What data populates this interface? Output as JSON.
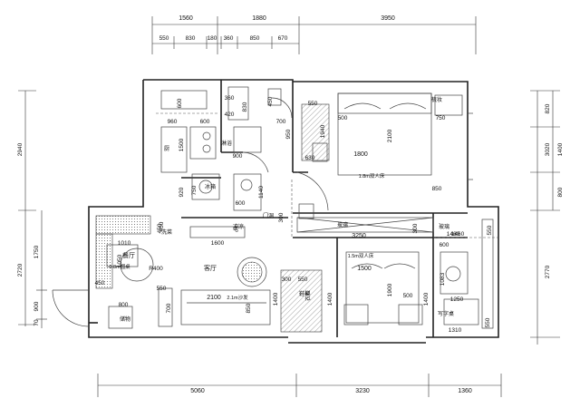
{
  "dims_top_row1": [
    "1560",
    "1880",
    "3950"
  ],
  "dims_top_row2": [
    "550",
    "830",
    "180",
    "360",
    "850",
    "670"
  ],
  "dims_bottom": [
    "5060",
    "3230",
    "1360"
  ],
  "dims_left": [
    "2940",
    "1750",
    "2720",
    "900",
    "70"
  ],
  "dims_right": [
    "820",
    "3020",
    "1400",
    "800",
    "2770"
  ],
  "kitchen": {
    "dims": [
      "600",
      "960",
      "600",
      "1500",
      "920",
      "750",
      "450"
    ],
    "labels": {
      "fridge_area": "厨",
      "stove": "冰箱",
      "sink": "洗菜"
    }
  },
  "bath": {
    "dims": [
      "360",
      "420",
      "830",
      "450",
      "700",
      "900",
      "1140",
      "600"
    ],
    "labels": {
      "shower": "淋浴",
      "basin": "冲凉"
    }
  },
  "master": {
    "dims": [
      "550",
      "500",
      "1940",
      "630",
      "2100",
      "750",
      "1800",
      "850",
      "950"
    ],
    "labels": {
      "bed": "1.8m双人床",
      "desk": "梳妆"
    }
  },
  "corridor": {
    "dims": [
      "3250",
      "300",
      "300",
      "1600",
      "1460",
      "550"
    ],
    "labels": {
      "door": "门洞",
      "glass": "玻璃",
      "glass2": "玻璃",
      "tv": "电"
    }
  },
  "dining": {
    "dims": [
      "450",
      "1010",
      "1050",
      "R400",
      "450",
      "0.8m圆桌"
    ],
    "labels": {
      "room": "餐厅",
      "cabinet": "储物"
    }
  },
  "living": {
    "dims": [
      "800",
      "550",
      "700",
      "2100",
      "850",
      "1400"
    ],
    "labels": {
      "room": "客厅",
      "sofa": "2.1m沙发",
      "cabinet": "鞋柜"
    }
  },
  "second": {
    "dims": [
      "300",
      "550",
      "1400",
      "1500",
      "1900",
      "500",
      "1400"
    ],
    "labels": {
      "bed": "1.5m双人床",
      "wardrobe": "衣柜"
    }
  },
  "study": {
    "dims": [
      "600",
      "1083",
      "1250",
      "1310",
      "1460",
      "550"
    ],
    "labels": {
      "desk": "写字桌"
    }
  }
}
